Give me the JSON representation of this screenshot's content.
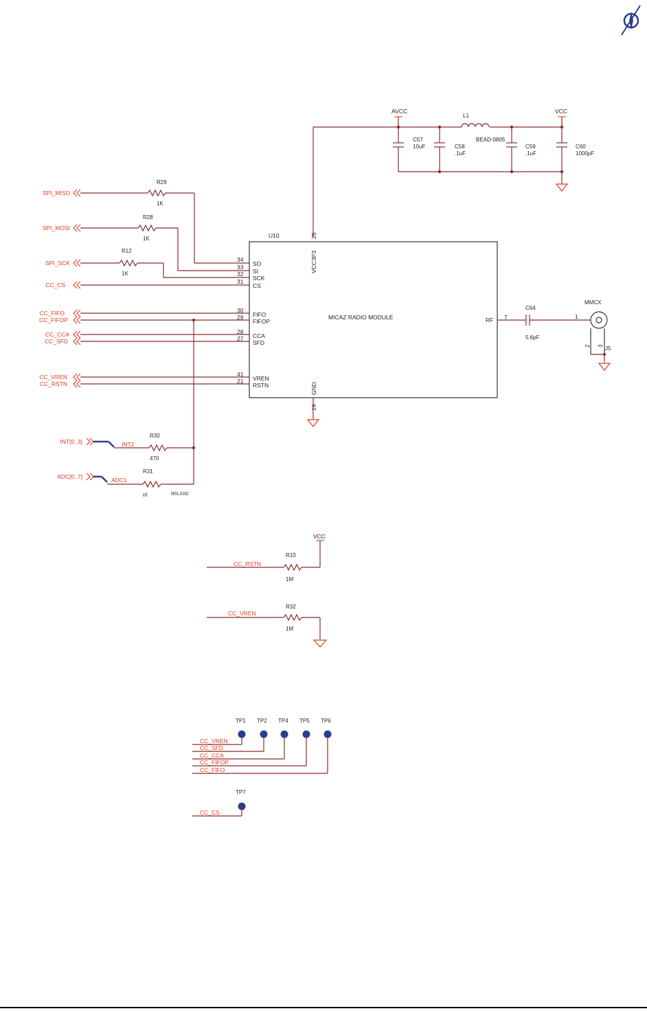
{
  "module": {
    "ref": "U10",
    "name": "MICAZ RADIO MODULE",
    "vcc_pin_name": "VCC3P3",
    "gnd_pin_name": "GND",
    "rf_pin_name": "RF",
    "vcc_pin_num": "25",
    "gnd_pin_num": "19",
    "rf_pin_num": "7"
  },
  "module_pins": [
    {
      "num": "34",
      "name": "SO"
    },
    {
      "num": "33",
      "name": "SI"
    },
    {
      "num": "32",
      "name": "SCK"
    },
    {
      "num": "31",
      "name": "CS"
    },
    {
      "num": "30",
      "name": "FIFO"
    },
    {
      "num": "29",
      "name": "FIFOP"
    },
    {
      "num": "28",
      "name": "CCA"
    },
    {
      "num": "27",
      "name": "SFD"
    },
    {
      "num": "41",
      "name": "VREN"
    },
    {
      "num": "21",
      "name": "RSTN"
    }
  ],
  "ports": {
    "spi_miso": "SPI_MISO",
    "spi_mosi": "SPI_MOSI",
    "spi_sck": "SPI_SCK",
    "cc_cs": "CC_CS",
    "cc_fifo": "CC_FIFO",
    "cc_fifop": "CC_FIFOP",
    "cc_cca": "CC_CCA",
    "cc_sfd": "CC_SFD",
    "cc_vren": "CC_VREN",
    "cc_rstn": "CC_RSTN",
    "int": "INT[0..3]",
    "adc": "ADC[0..7]"
  },
  "resistors": {
    "r29": {
      "ref": "R29",
      "value": "1K"
    },
    "r28": {
      "ref": "R28",
      "value": "1K"
    },
    "r12": {
      "ref": "R12",
      "value": "1K"
    },
    "r30": {
      "ref": "R30",
      "value": "470"
    },
    "r31": {
      "ref": "R31",
      "value": "nl",
      "note": "NOLOAD"
    },
    "r10": {
      "ref": "R10",
      "value": "1M"
    },
    "r32": {
      "ref": "R32",
      "value": "1M"
    }
  },
  "nets": {
    "int2": "INT2",
    "adc1": "ADC1",
    "cc_rstn": "CC_RSTN",
    "cc_vren": "CC_VREN"
  },
  "power": {
    "avcc": "AVCC",
    "vcc": "VCC",
    "vcc2": "VCC",
    "l1": {
      "ref": "L1",
      "value": "BEAD-0805"
    },
    "c57": {
      "ref": "C57",
      "value": "10uF"
    },
    "c58": {
      "ref": "C58",
      "value": ".1uF"
    },
    "c59": {
      "ref": "C59",
      "value": ".1uF"
    },
    "c60": {
      "ref": "C60",
      "value": "1000pF"
    }
  },
  "rf": {
    "c64": {
      "ref": "C64",
      "value": "5.6pF"
    },
    "connector": {
      "name": "MMCX",
      "ref": "J5",
      "pin1": "1",
      "pin2": "2",
      "pin3": "3"
    }
  },
  "testpoints": {
    "labels": [
      "TP1",
      "TP2",
      "TP4",
      "TP5",
      "TP6"
    ],
    "nets": [
      "CC_VREN",
      "CC_SFD",
      "CC_CCA",
      "CC_FIFOP",
      "CC_FIFO"
    ],
    "tp7": "TP7",
    "tp7_net": "CC_CS"
  },
  "colors": {
    "wire": "#8a2b2b",
    "net_label": "#e23a1e",
    "bus": "#2a3d8f",
    "testpoint": "#2a3d8f"
  },
  "icons": {
    "logo": "compass-star-logo"
  }
}
